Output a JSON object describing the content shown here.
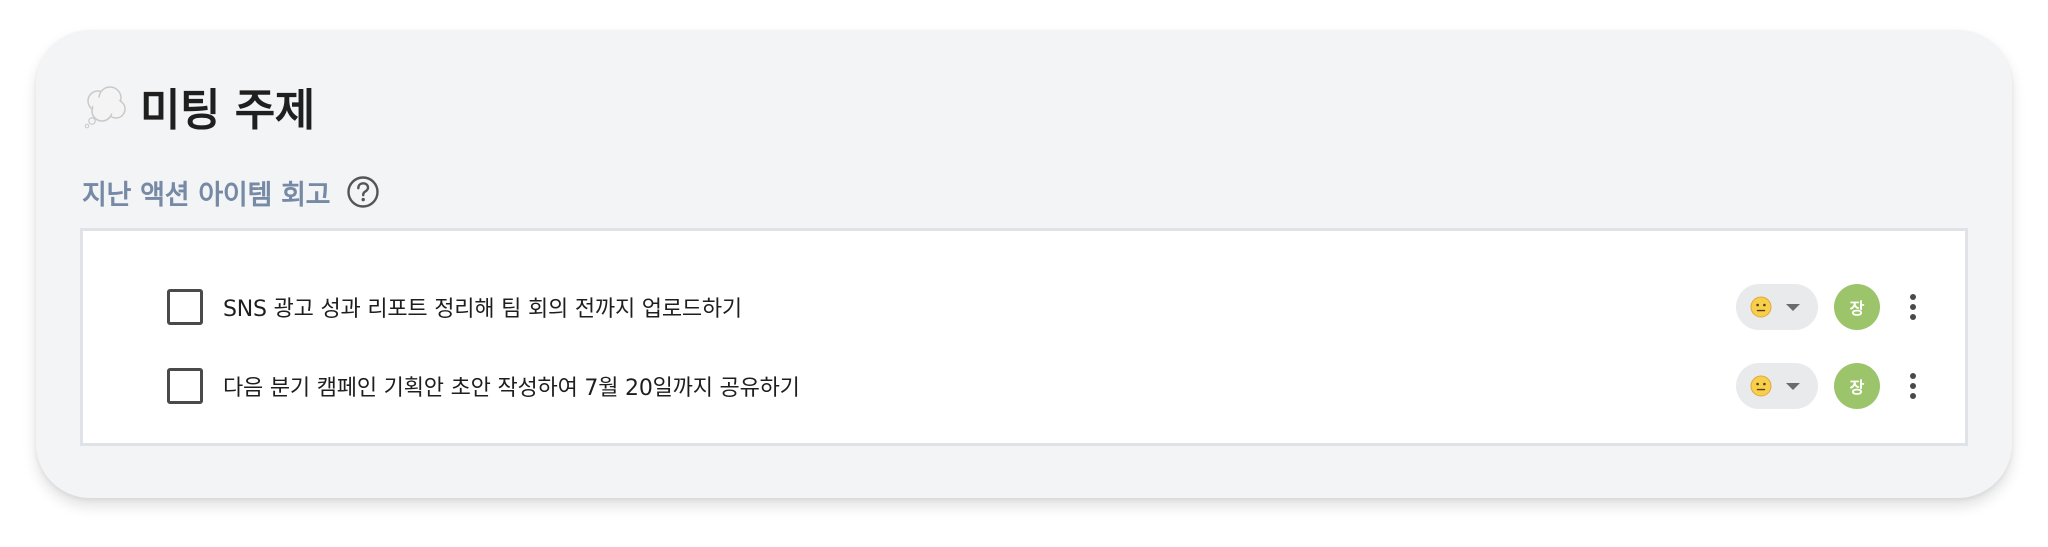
{
  "header": {
    "title": "미팅 주제",
    "title_icon": "thought-balloon-icon"
  },
  "section": {
    "title": "지난 액션 아이템 회고",
    "help_icon": "help-circle-icon"
  },
  "action_items": [
    {
      "text": "SNS 광고 성과 리포트 정리해 팀 회의 전까지 업로드하기",
      "checked": false,
      "emoji_icon": "neutral-face-icon",
      "assignee_initial": "장"
    },
    {
      "text": "다음 분기 캠페인 기획안 초안 작성하여 7월 20일까지 공유하기",
      "checked": false,
      "emoji_icon": "neutral-face-icon",
      "assignee_initial": "장"
    }
  ],
  "colors": {
    "card_background": "#f3f4f6",
    "section_title": "#7689a5",
    "avatar": "#9cc56b"
  }
}
